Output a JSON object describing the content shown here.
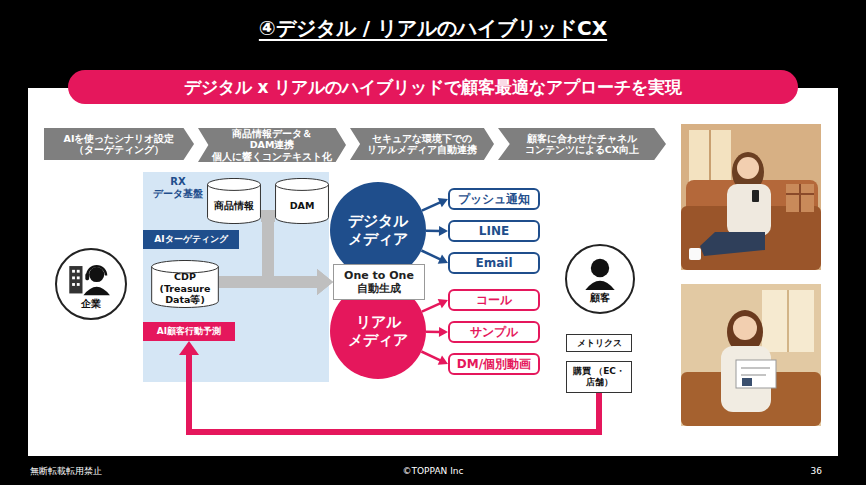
{
  "diagram": {
    "title": "④デジタル / リアルのハイブリッドCX",
    "nodes": [
      {
        "text": [
          "デジタル x リアルのハイブリッドで顧客最適なアプローチを実現"
        ]
      },
      {
        "text": [
          "AIを使ったシナリオ設定 （ターゲティング）"
        ]
      },
      {
        "text": [
          "商品情報データ＆DAM連携 個人に響くコンテキスト化"
        ]
      },
      {
        "text": [
          "セキュアな環境下での リアルメディア自動連携"
        ]
      },
      {
        "text": [
          "顧客に合わせたチャネル コンテンツによるCX向上"
        ]
      },
      {
        "text": [
          "企業"
        ]
      },
      {
        "text": [
          "RX データ基盤"
        ]
      },
      {
        "text": [
          "商品情報"
        ],
        "in": 6
      },
      {
        "text": [
          "DAM"
        ],
        "in": 6
      },
      {
        "text": [
          "AIターゲティング"
        ],
        "in": 6
      },
      {
        "text": [
          "CDP (Treasure Data等)"
        ],
        "in": 6
      },
      {
        "text": [
          "AI顧客行動予測"
        ],
        "in": 6
      },
      {
        "text": [
          "デジタル メディア"
        ]
      },
      {
        "text": [
          "One to One 自動生成"
        ]
      },
      {
        "text": [
          "リアル メディア"
        ]
      },
      {
        "text": [
          "プッシュ通知"
        ]
      },
      {
        "text": [
          "LINE"
        ]
      },
      {
        "text": [
          "Email"
        ]
      },
      {
        "text": [
          "コール"
        ]
      },
      {
        "text": [
          "サンプル"
        ]
      },
      {
        "text": [
          "DM/個別動画"
        ]
      },
      {
        "text": [
          "顧客"
        ]
      },
      {
        "text": [
          "メトリクス"
        ]
      },
      {
        "text": [
          "購買 （EC・店舗）"
        ]
      }
    ],
    "edges": [
      {
        "from": 7,
        "to": 13,
        "arrow": "to"
      },
      {
        "from": 8,
        "to": 13,
        "arrow": "to"
      },
      {
        "from": 10,
        "to": 13,
        "arrow": "to"
      },
      {
        "from": 12,
        "to": 15,
        "arrow": "to"
      },
      {
        "from": 12,
        "to": 16,
        "arrow": "to"
      },
      {
        "from": 12,
        "to": 17,
        "arrow": "to"
      },
      {
        "from": 14,
        "to": 18,
        "arrow": "to"
      },
      {
        "from": 14,
        "to": 19,
        "arrow": "to"
      },
      {
        "from": 14,
        "to": 20,
        "arrow": "to"
      },
      {
        "from": 23,
        "to": 11,
        "arrow": "to"
      }
    ],
    "labels": [
      "無断転載転用禁止",
      "©TOPPAN Inc",
      "36"
    ]
  }
}
